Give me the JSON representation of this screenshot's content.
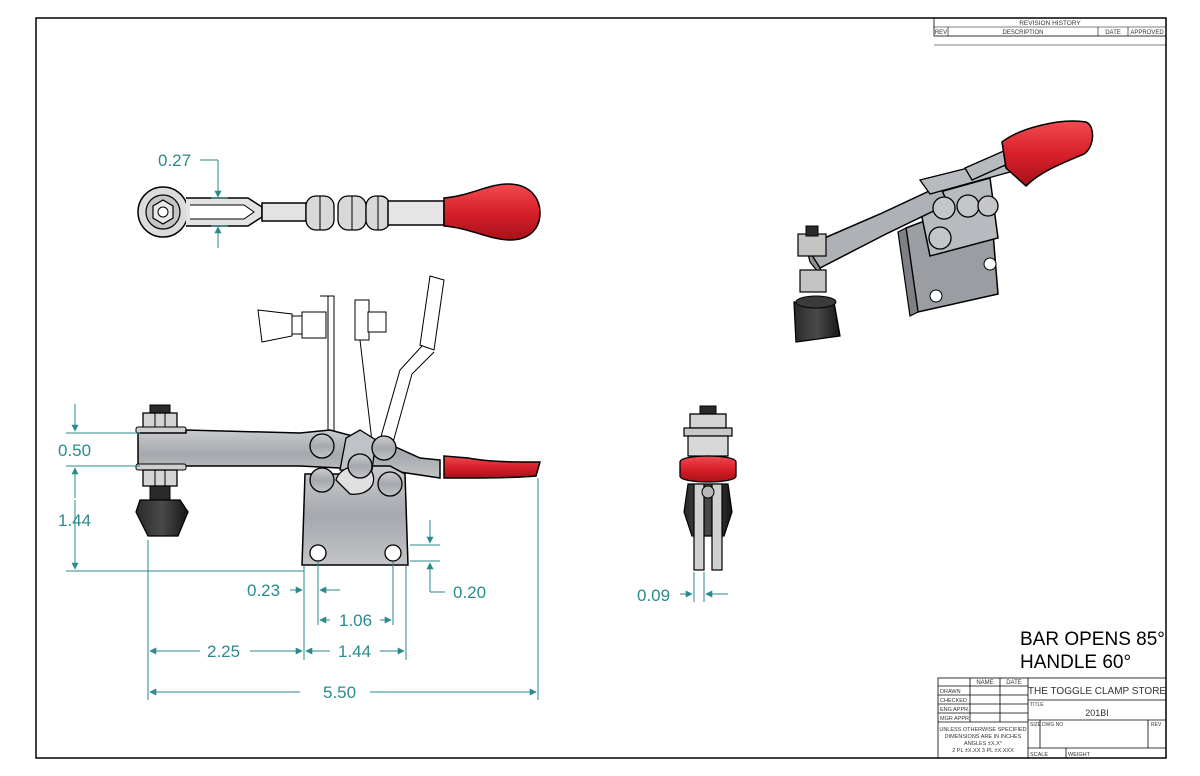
{
  "revision_block": {
    "title": "REVISION HISTORY",
    "columns": [
      "REV",
      "DESCRIPTION",
      "DATE",
      "APPROVED"
    ]
  },
  "dimensions": {
    "top_view_gap": "0.27",
    "bar_thickness": "0.50",
    "spindle_height": "1.44",
    "hole_offset_left": "0.23",
    "hole_offset_bottom": "0.20",
    "hole_spacing": "1.06",
    "base_width": "1.44",
    "base_to_spindle": "2.25",
    "overall_length": "5.50",
    "slot_width": "0.09"
  },
  "notes": {
    "line1": "BAR OPENS 85°",
    "line2": "HANDLE 60°"
  },
  "title_block": {
    "col_name": "NAME",
    "col_date": "DATE",
    "rows": [
      "DRAWN",
      "CHECKED",
      "ENG APPR.",
      "MGR APPR."
    ],
    "tolerance_text": [
      "UNLESS OTHERWISE SPECIFIED",
      "DIMENSIONS ARE IN INCHES",
      "ANGLES ±X.X°",
      "2 PL ±X.XX  3 PL ±X.XXX"
    ],
    "company": "THE TOGGLE CLAMP STORE",
    "title_label": "TITLE",
    "part_number": "201BI",
    "size_label": "SIZE",
    "dwg_label": "DWG NO",
    "rev_label": "REV",
    "scale_label": "SCALE",
    "weight_label": "WEIGHT"
  },
  "colors": {
    "dimension": "#2a8a8c",
    "handle_grip": "#d8202a",
    "steel": "#a9acb0",
    "rubber_tip": "#1e1e1e"
  }
}
